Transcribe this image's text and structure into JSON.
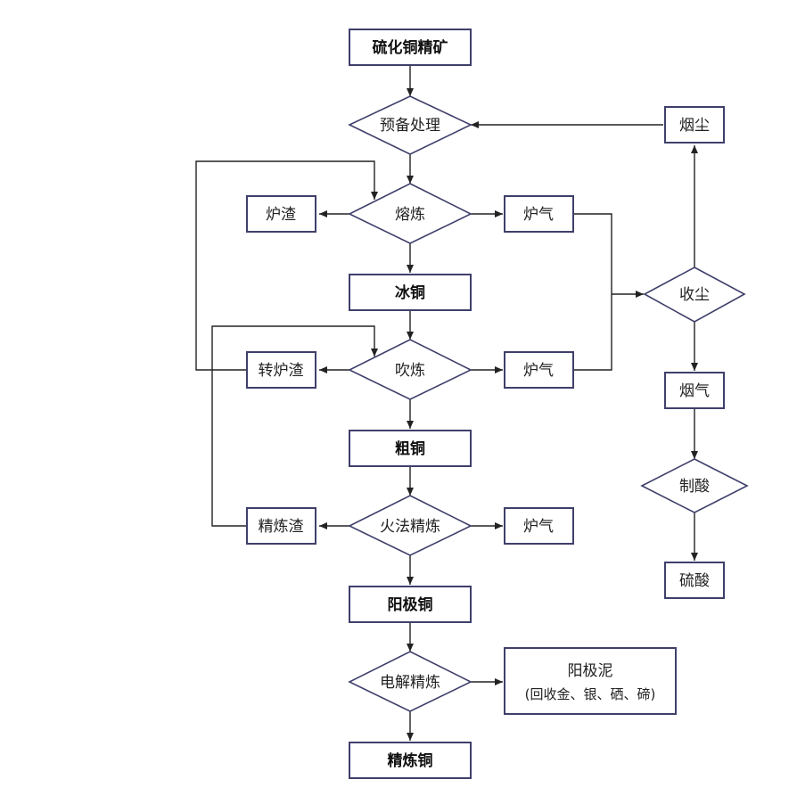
{
  "nodes": {
    "concentrate": "硫化铜精矿",
    "pretreatment": "预备处理",
    "smelting": "熔炼",
    "slag_furnace": "炉渣",
    "gas_1": "炉气",
    "matte": "冰铜",
    "converting": "吹炼",
    "converter_slag": "转炉渣",
    "gas_2": "炉气",
    "blister": "粗铜",
    "fire_refining": "火法精炼",
    "refining_slag": "精炼渣",
    "gas_3": "炉气",
    "anode": "阳极铜",
    "electrorefining": "电解精炼",
    "anode_slime": "阳极泥",
    "anode_slime_note": "(回收金、银、硒、碲)",
    "refined": "精炼铜",
    "dust": "烟尘",
    "dust_collection": "收尘",
    "flue_gas": "烟气",
    "acid_making": "制酸",
    "sulfuric_acid": "硫酸"
  },
  "colors": {
    "node_border": "#3f3f6b",
    "edge": "#222222"
  }
}
